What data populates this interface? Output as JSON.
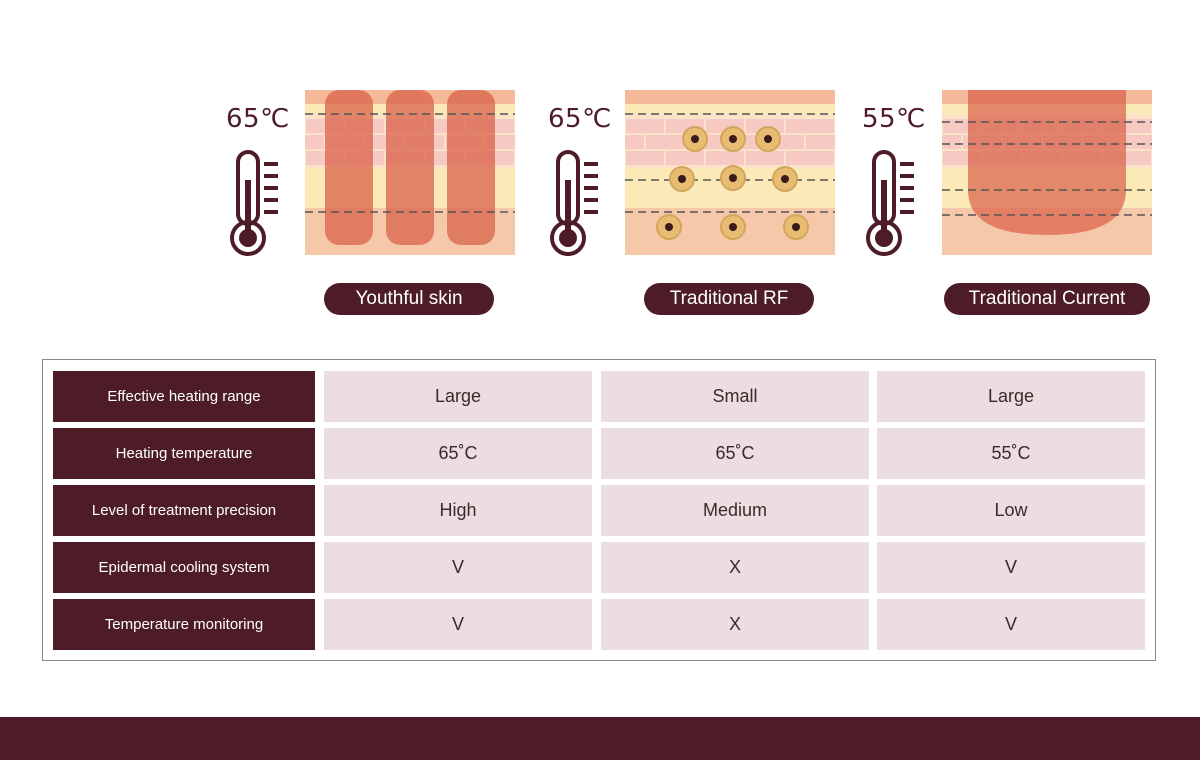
{
  "panels": [
    {
      "temperature": "65℃",
      "label": "Youthful skin"
    },
    {
      "temperature": "65℃",
      "label": "Traditional RF"
    },
    {
      "temperature": "55℃",
      "label": "Traditional Current"
    }
  ],
  "table": {
    "rows": [
      {
        "header": "Effective heating range",
        "values": [
          "Large",
          "Small",
          "Large"
        ]
      },
      {
        "header": "Heating temperature",
        "values": [
          "65˚C",
          "65˚C",
          "55˚C"
        ]
      },
      {
        "header": "Level of treatment precision",
        "values": [
          "High",
          "Medium",
          "Low"
        ]
      },
      {
        "header": "Epidermal cooling system",
        "values": [
          "V",
          "X",
          "V"
        ]
      },
      {
        "header": "Temperature monitoring",
        "values": [
          "V",
          "X",
          "V"
        ]
      }
    ]
  },
  "colors": {
    "brand": "#4d1c26",
    "cell_bg": "#ecdde0",
    "heat": "#d9634a",
    "skin_base": "#f6c8aa"
  }
}
